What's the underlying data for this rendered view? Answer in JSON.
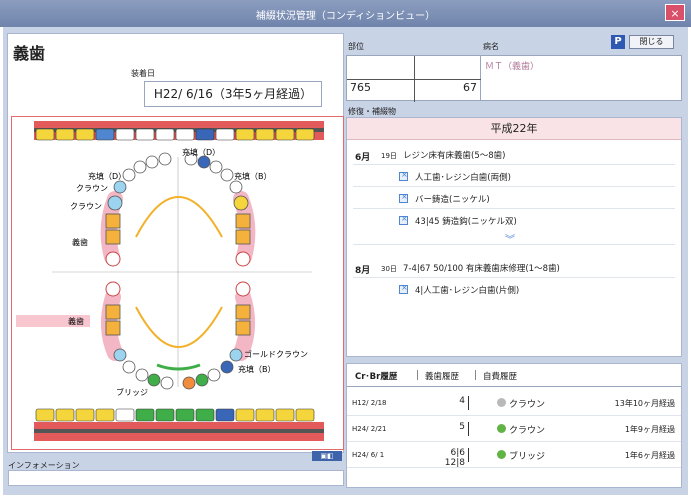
{
  "window": {
    "title": "補綴状況管理（コンディションビュー）",
    "close": "×"
  },
  "left": {
    "heading": "義歯",
    "wear_label": "装着日",
    "wear_date": "H22/ 6/16（3年5ヶ月経過）",
    "info_label": "インフォメーション",
    "chart": {
      "upper_label_1": "充填（D）",
      "upper_label_2": "充填（D）",
      "upper_label_3": "充填（B）",
      "upper_label_4": "クラウン",
      "upper_label_5": "クラウン",
      "upper_label_6": "義歯",
      "lower_label_1": "義歯",
      "lower_label_2": "ゴールドクラウン",
      "lower_label_3": "充填（B）",
      "lower_label_4": "ブリッジ"
    }
  },
  "right": {
    "site_label": "部位",
    "disease_label": "病名",
    "site_right": "765",
    "site_left": "67",
    "disease": "ＭＴ（義歯）",
    "close_button": "閉じる",
    "p_icon": "P",
    "treatment_label": "修復・補綴物",
    "era": "平成22年",
    "entries": [
      {
        "month": "6月",
        "day": "19日",
        "text": "レジン床有床義歯(5～8歯)"
      },
      {
        "sub": "人工歯･レジン白歯(両側)"
      },
      {
        "sub": "バー鋳造(ニッケル)"
      },
      {
        "sub": "43|45 鋳造鈎(ニッケル双)"
      },
      {
        "month": "8月",
        "day": "30日",
        "text": "7-4|67 50/100 有床義歯床修理(1～8歯)"
      },
      {
        "sub": "4|人工歯･レジン白歯(片側)"
      }
    ],
    "tabs": [
      "Cr･Br履歴",
      "義歯履歴",
      "自費履歴"
    ],
    "history": [
      {
        "date": "H12/ 2/18",
        "tooth": "4",
        "name": "クラウン",
        "elapsed": "13年10ヶ月経過",
        "color": "#b9b9b9"
      },
      {
        "date": "H24/ 2/21",
        "tooth": "5",
        "name": "クラウン",
        "elapsed": "1年9ヶ月経過",
        "color": "#62b346"
      },
      {
        "date": "H24/ 6/ 1",
        "tooth": "6|6 12|8",
        "name": "ブリッジ",
        "elapsed": "1年6ヶ月経過",
        "color": "#62b346"
      }
    ]
  }
}
